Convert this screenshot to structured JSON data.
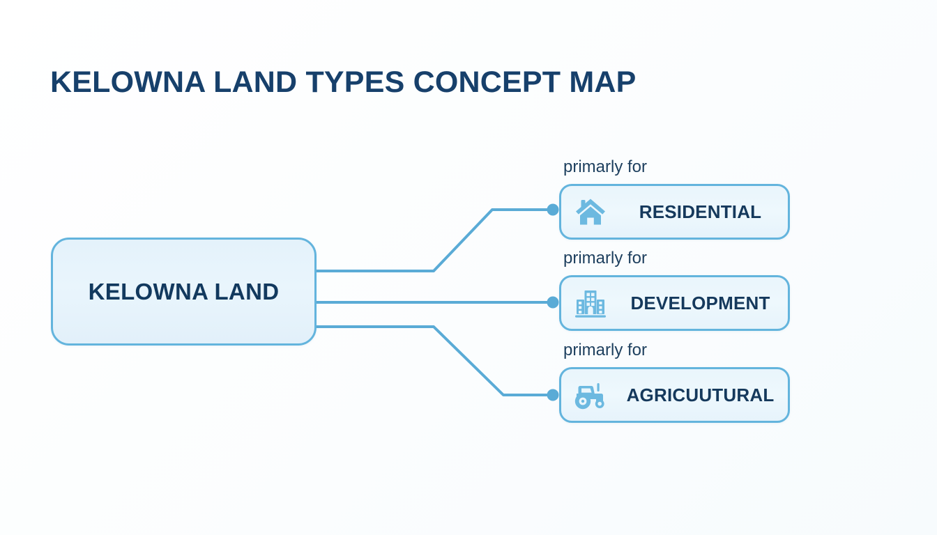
{
  "page": {
    "title": "KELOWNA LAND TYPES CONCEPT MAP",
    "background_color": "#fdfefe"
  },
  "colors": {
    "title_text": "#17406b",
    "node_border": "#63b4dd",
    "node_fill": "#e9f5fc",
    "node_text": "#12395e",
    "connector_line": "#5aabd6",
    "icon_blue": "#6cb9e0"
  },
  "central_node": {
    "label": "KELOWNA LAND"
  },
  "branches": [
    {
      "caption": "primarly for",
      "label": "RESIDENTIAL",
      "icon": "house-icon"
    },
    {
      "caption": "primarly for",
      "label": "DEVELOPMENT",
      "icon": "building-icon"
    },
    {
      "caption": "primarly for",
      "label": "AGRICUUTURAL",
      "icon": "tractor-icon"
    }
  ]
}
